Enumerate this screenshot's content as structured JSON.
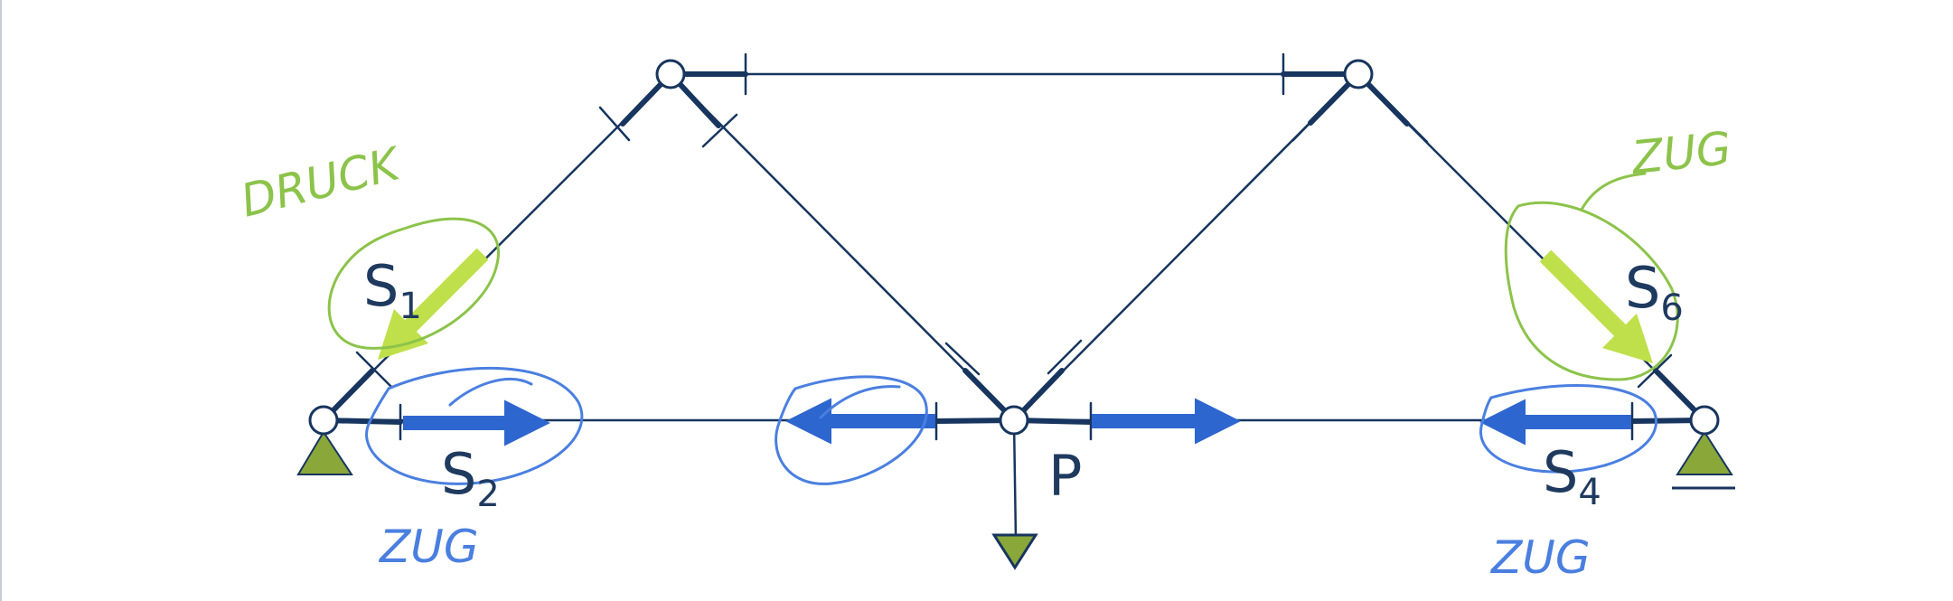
{
  "colors": {
    "structure": "#17355e",
    "support": "#8aa73a",
    "arrow_blue": "#2e66cf",
    "arrow_green": "#bfe04a",
    "ink_blue": "#4a7fe0",
    "ink_green": "#8cc34a"
  },
  "labels": {
    "s1": {
      "main": "S",
      "sub": "1"
    },
    "s2": {
      "main": "S",
      "sub": "2"
    },
    "s4": {
      "main": "S",
      "sub": "4"
    },
    "s6": {
      "main": "S",
      "sub": "6"
    },
    "p": "P"
  },
  "annotations": {
    "druck": "DRUCK",
    "zug_top_right": "ZUG",
    "zug_left": "ZUG",
    "zug_right": "ZUG"
  }
}
